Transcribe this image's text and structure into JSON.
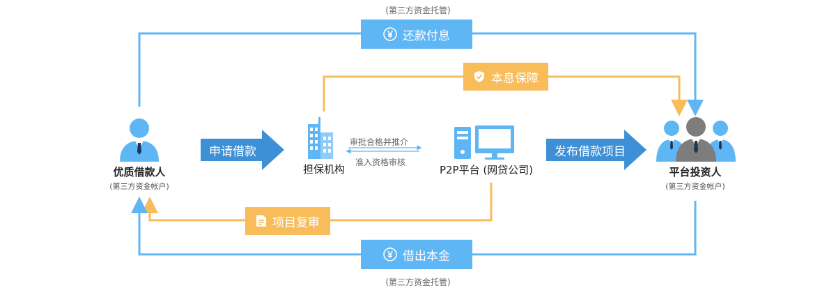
{
  "colors": {
    "blue": "#5fb6f5",
    "blue_dark": "#3d8fd6",
    "orange": "#f8bc5a",
    "gray_person": "#7d7d7d",
    "text": "#222222"
  },
  "top": {
    "note": "(第三方资金托管)",
    "label": "还款付息",
    "icon": "yen-circle-icon"
  },
  "guarantee": {
    "label": "本息保障",
    "icon": "shield-check-icon"
  },
  "borrower": {
    "name": "优质借款人",
    "sub": "(第三方资金帐户)",
    "icon": "person-icon"
  },
  "apply_arrow": {
    "label": "申请借款"
  },
  "guarantor": {
    "name": "担保机构",
    "icon": "building-icon"
  },
  "exchange": {
    "forward": "审批合格并推介",
    "backward": "准入资格审核"
  },
  "platform": {
    "name": "P2P平台 (网贷公司)",
    "icon": "computer-icon"
  },
  "publish_arrow": {
    "label": "发布借款项目"
  },
  "investors": {
    "name": "平台投资人",
    "sub": "(第三方资金帐户)",
    "icon": "people-group-icon"
  },
  "review": {
    "label": "项目复审",
    "icon": "document-icon"
  },
  "bottom": {
    "label": "借出本金",
    "note": "(第三方资金托管)",
    "icon": "yen-circle-icon"
  }
}
